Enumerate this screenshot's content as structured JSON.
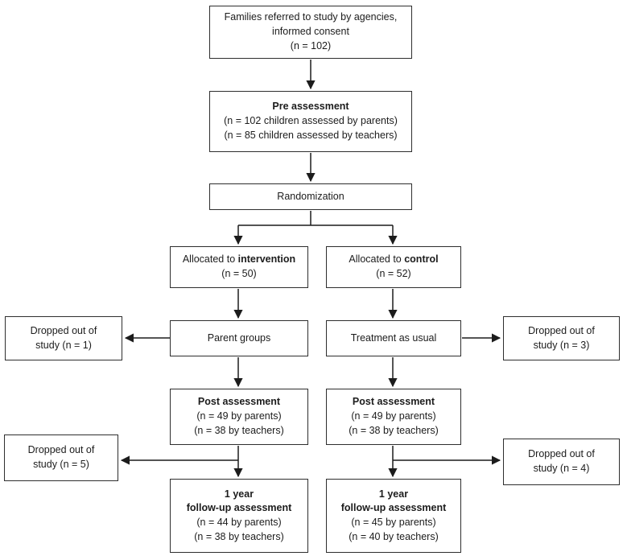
{
  "diagram": {
    "type": "flowchart",
    "description": "Randomized study participant flow diagram",
    "colors": {
      "background": "#ffffff",
      "box_border": "#2e2e2e",
      "text": "#1c1c1c",
      "connector": "#1c1c1c"
    },
    "boxes": {
      "referral": {
        "line1": "Families referred to study by agencies,",
        "line2": "informed consent",
        "line3": "(n = 102)"
      },
      "pre_assessment": {
        "title": "Pre assessment",
        "line2": "(n = 102 children assessed by parents)",
        "line3": "(n = 85 children assessed by teachers)"
      },
      "randomization": {
        "label": "Randomization"
      },
      "allocated_intervention": {
        "prefix": "Allocated to ",
        "emphasis": "intervention",
        "n": "(n = 50)"
      },
      "allocated_control": {
        "prefix": "Allocated to ",
        "emphasis": "control",
        "n": "(n = 52)"
      },
      "dropped_intervention_1": {
        "line1": "Dropped out of",
        "line2": "study (n = 1)"
      },
      "parent_groups": {
        "label": "Parent groups"
      },
      "treatment_as_usual": {
        "label": "Treatment as usual"
      },
      "dropped_control_1": {
        "line1": "Dropped out of",
        "line2": "study (n = 3)"
      },
      "post_assessment_intervention": {
        "title": "Post assessment",
        "line2": "(n = 49 by parents)",
        "line3": "(n = 38 by teachers)"
      },
      "post_assessment_control": {
        "title": "Post assessment",
        "line2": "(n = 49 by parents)",
        "line3": "(n = 38 by teachers)"
      },
      "dropped_intervention_2": {
        "line1": "Dropped out of",
        "line2": "study (n = 5)"
      },
      "dropped_control_2": {
        "line1": "Dropped out of",
        "line2": "study (n = 4)"
      },
      "followup_intervention": {
        "title1": "1 year",
        "title2": "follow-up assessment",
        "line3": "(n = 44 by parents)",
        "line4": "(n = 38 by teachers)"
      },
      "followup_control": {
        "title1": "1 year",
        "title2": "follow-up assessment",
        "line3": "(n = 45 by parents)",
        "line4": "(n = 40 by teachers)"
      }
    }
  }
}
